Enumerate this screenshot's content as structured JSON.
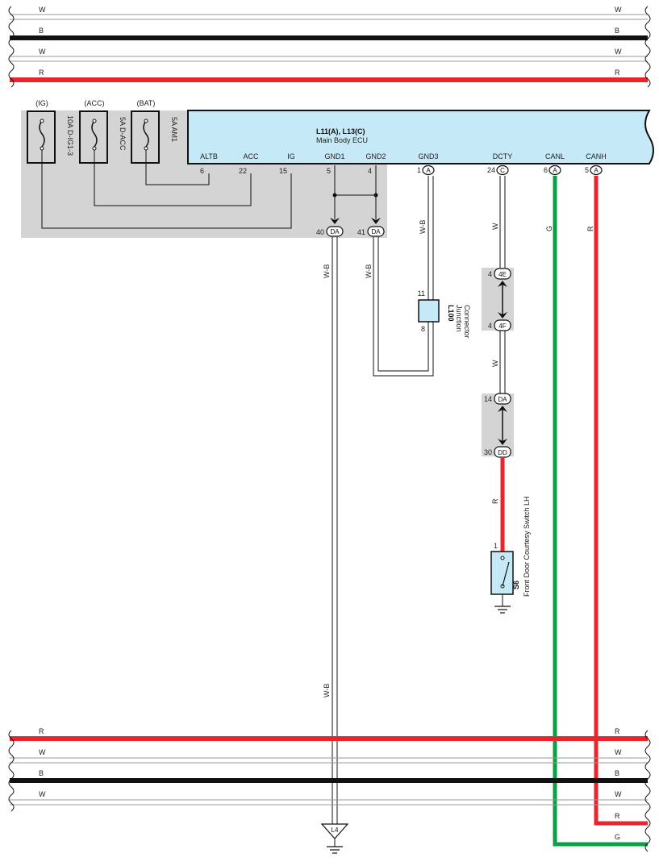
{
  "buses": {
    "top": [
      "W",
      "B",
      "W",
      "R"
    ],
    "bottom": [
      "R",
      "W",
      "B",
      "W"
    ],
    "extra": [
      "R",
      "G"
    ]
  },
  "fuses": [
    {
      "tag": "(IG)",
      "rating": "10A D-IG1-3"
    },
    {
      "tag": "(ACC)",
      "rating": "5A D-ACC"
    },
    {
      "tag": "(BAT)",
      "rating": "5A AM1"
    }
  ],
  "ecu": {
    "ref": "L11(A), L13(C)",
    "name": "Main Body ECU",
    "pins": [
      {
        "label": "ALTB",
        "num": "6",
        "conn": ""
      },
      {
        "label": "ACC",
        "num": "22",
        "conn": ""
      },
      {
        "label": "IG",
        "num": "15",
        "conn": ""
      },
      {
        "label": "GND1",
        "num": "5",
        "conn": ""
      },
      {
        "label": "GND2",
        "num": "4",
        "conn": ""
      },
      {
        "label": "GND3",
        "num": "1",
        "conn": "A"
      },
      {
        "label": "DCTY",
        "num": "24",
        "conn": "C"
      },
      {
        "label": "CANL",
        "num": "6",
        "conn": "A"
      },
      {
        "label": "CANH",
        "num": "5",
        "conn": "A"
      }
    ]
  },
  "junction_da": [
    {
      "num": "40",
      "conn": "DA"
    },
    {
      "num": "41",
      "conn": "DA"
    }
  ],
  "wire_labels": {
    "wb": "W-B",
    "w": "W",
    "g": "G",
    "r": "R"
  },
  "junction_connector": {
    "ref": "L100",
    "name1": "Junction",
    "name2": "Connector",
    "pin_top": "11",
    "pin_bottom": "8"
  },
  "relay_connectors": [
    {
      "num": "4",
      "conn": "4E"
    },
    {
      "num": "4",
      "conn": "4F"
    },
    {
      "num": "14",
      "conn": "DA"
    },
    {
      "num": "30",
      "conn": "DD"
    }
  ],
  "switch": {
    "ref": "S6",
    "name": "Front Door Courtesy Switch LH",
    "pin": "1"
  },
  "ground": {
    "ref": "L4"
  },
  "colors": {
    "red": "#e8252d",
    "black": "#111111",
    "green": "#0aa046",
    "ecu_fill": "#c6e9f7",
    "shade": "#d4d4d4"
  }
}
